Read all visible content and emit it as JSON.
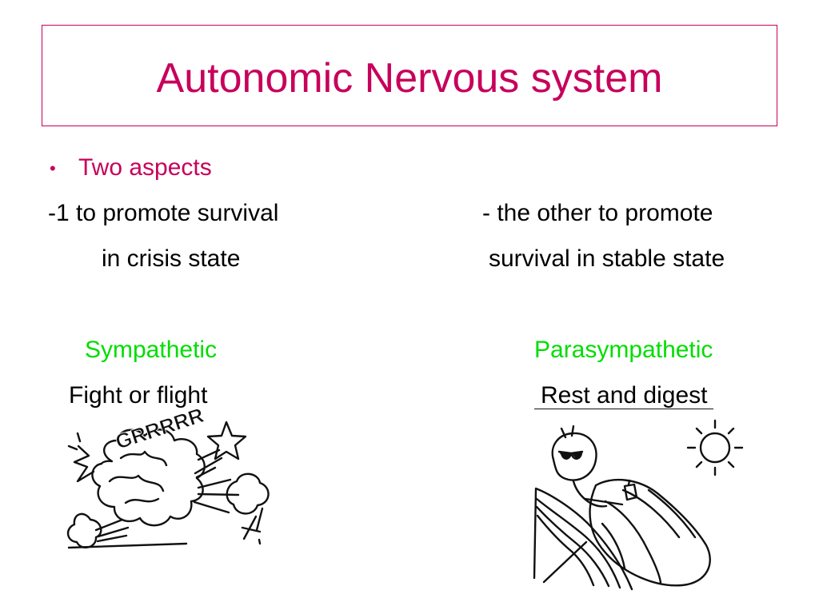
{
  "slide": {
    "title": "Autonomic Nervous system",
    "bullet_dot": "•",
    "bullet": "Two aspects",
    "left_line1": "-1 to promote survival",
    "left_line2": "in crisis state",
    "right_line1": "- the other to promote",
    "right_line2": "survival in stable state",
    "left_heading": "Sympathetic",
    "left_subheading": "Fight or flight",
    "right_heading": "Parasympathetic",
    "right_subheading": "Rest and digest"
  },
  "cartoon": {
    "left_text": "GRRRRR"
  },
  "colors": {
    "title": "#c7005b",
    "bullet": "#c7005b",
    "green": "#00dd00",
    "text": "#000000"
  },
  "icons": {
    "left_illustration": "angry-explosion-icon",
    "right_illustration": "relaxing-sunbather-icon"
  }
}
